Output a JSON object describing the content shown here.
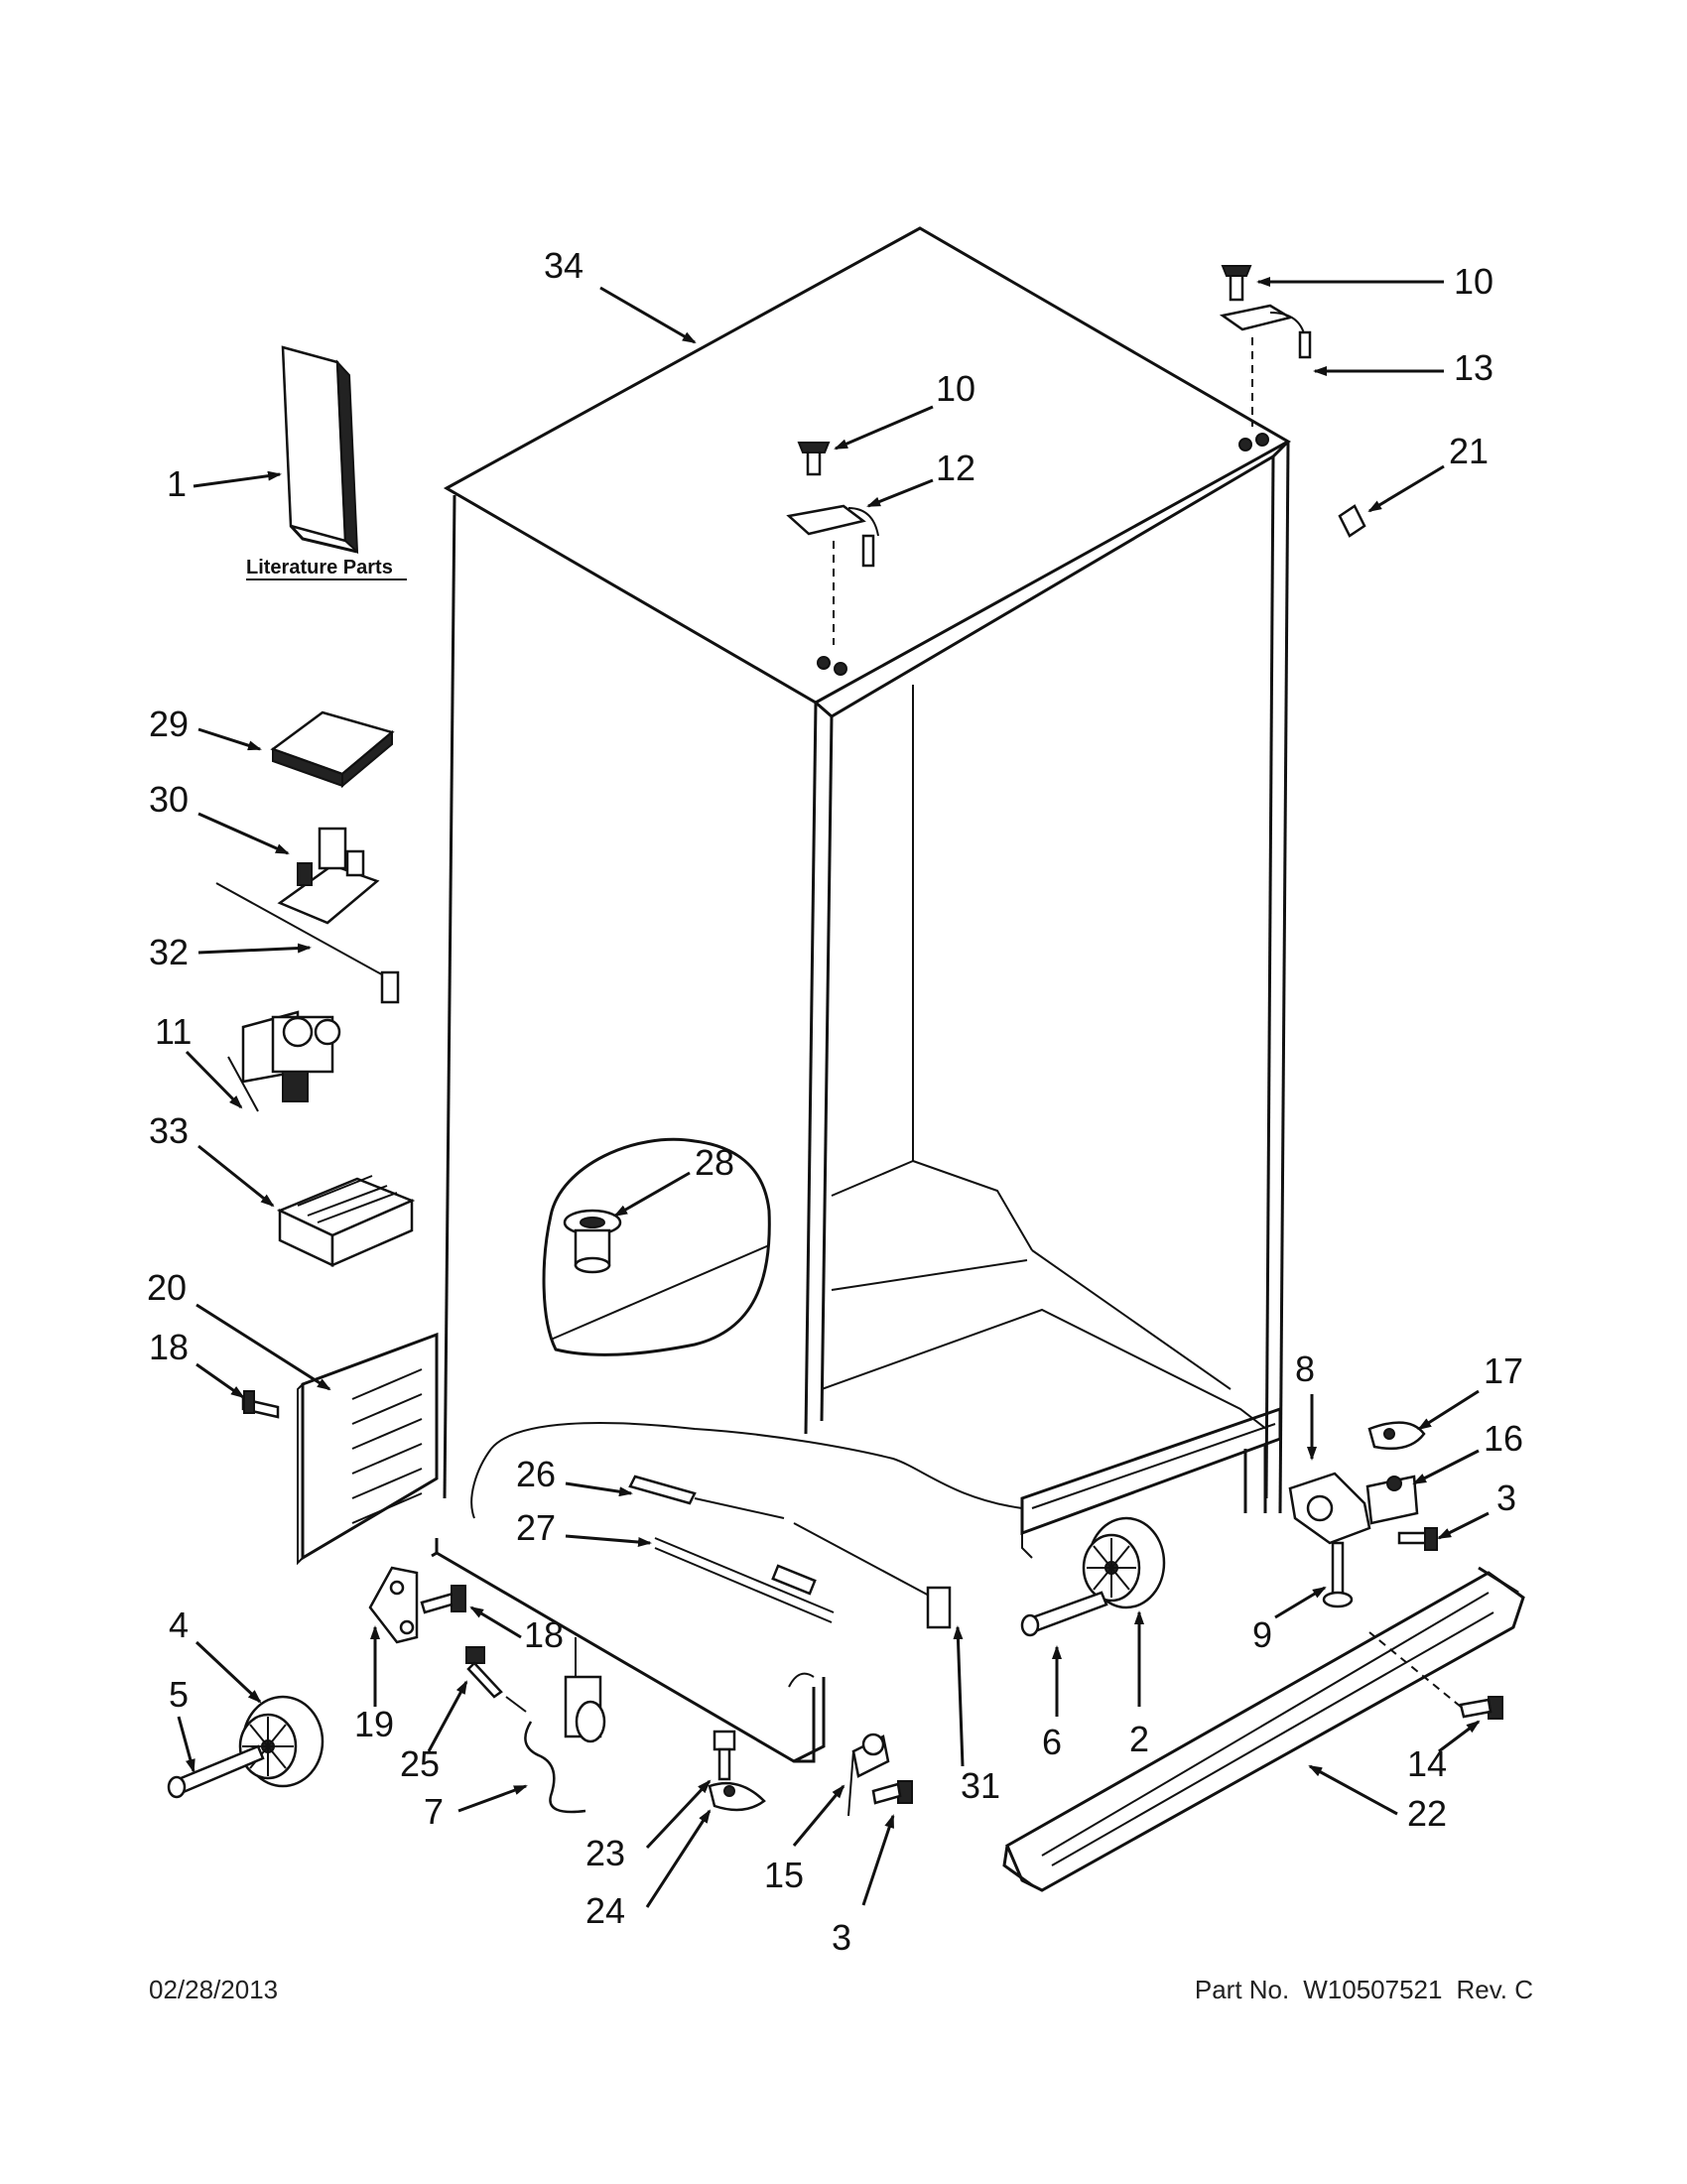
{
  "literature_caption": "Literature Parts",
  "footer": {
    "date": "02/28/2013",
    "part_label": "Part No.",
    "part_number": "W10507521",
    "revision": "Rev. C"
  },
  "callouts": {
    "c34": "34",
    "c10a": "10",
    "c10b": "10",
    "c13": "13",
    "c12": "12",
    "c21": "21",
    "c1": "1",
    "c29": "29",
    "c30": "30",
    "c32": "32",
    "c11": "11",
    "c33": "33",
    "c28": "28",
    "c20": "20",
    "c18a": "18",
    "c26": "26",
    "c27": "27",
    "c8": "8",
    "c17": "17",
    "c16": "16",
    "c3a": "3",
    "c9": "9",
    "c4": "4",
    "c5": "5",
    "c19": "19",
    "c18b": "18",
    "c25": "25",
    "c7": "7",
    "c23": "23",
    "c24": "24",
    "c15": "15",
    "c3b": "3",
    "c31": "31",
    "c6": "6",
    "c2": "2",
    "c14": "14",
    "c22": "22"
  }
}
